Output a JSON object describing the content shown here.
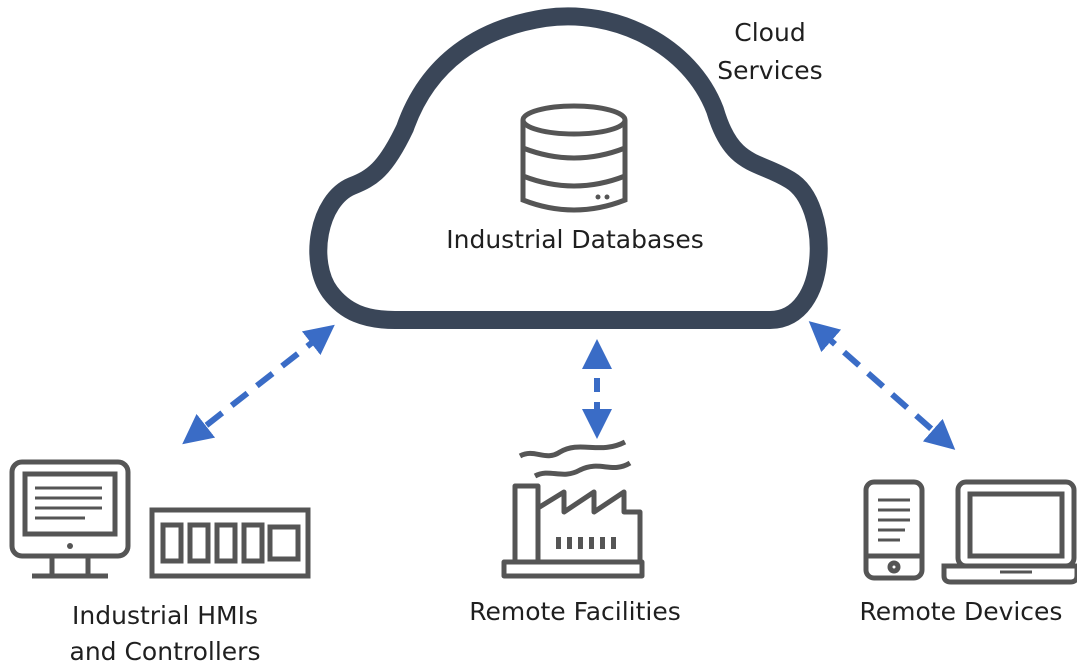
{
  "labels": {
    "cloud_services": [
      "Cloud",
      "Services"
    ],
    "industrial_databases": "Industrial Databases",
    "hmis_controllers": [
      "Industrial HMIs",
      "and Controllers"
    ],
    "remote_facilities": "Remote Facilities",
    "remote_devices": "Remote Devices"
  },
  "colors": {
    "outline": "#3a4658",
    "icon": "#555555",
    "arrow": "#3a6cc6",
    "text": "#1f1f1f"
  },
  "icons": [
    "cloud-icon",
    "database-icon",
    "desktop-monitor-icon",
    "plc-controller-icon",
    "factory-icon",
    "smartphone-icon",
    "laptop-icon",
    "bidirectional-arrow-icon"
  ]
}
